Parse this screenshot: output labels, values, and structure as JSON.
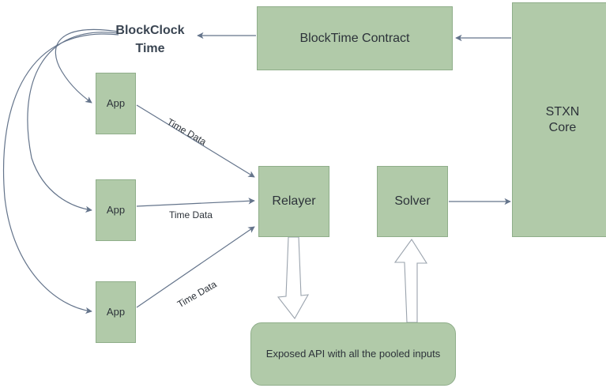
{
  "diagram": {
    "title": "BlockClock Time architecture",
    "background": "#ffffff",
    "node_fill": "#b1caa9",
    "node_stroke": "#8fae8a",
    "line_color": "#64748b",
    "text_color": "#2c3239",
    "heading_color": "#3a4552",
    "nodes": {
      "blockclock_time": "BlockClock\nTime",
      "blockclock_time_line1": "BlockClock",
      "blockclock_time_line2": "Time",
      "blocktime_contract": "BlockTime Contract",
      "stxn_core_line1": "STXN",
      "stxn_core_line2": "Core",
      "app_1": "App",
      "app_2": "App",
      "app_3": "App",
      "relayer": "Relayer",
      "solver": "Solver",
      "exposed_api": "Exposed API with all the pooled inputs"
    },
    "edge_labels": {
      "time_data_1": "Time Data",
      "time_data_2": "Time Data",
      "time_data_3": "Time Data"
    },
    "edges": [
      {
        "from": "stxn_core",
        "to": "blocktime_contract",
        "style": "thin-arrow"
      },
      {
        "from": "blocktime_contract",
        "to": "blockclock_time",
        "style": "thin-arrow"
      },
      {
        "from": "blockclock_time",
        "to": "app_1",
        "style": "curved-arrow"
      },
      {
        "from": "blockclock_time",
        "to": "app_2",
        "style": "curved-arrow"
      },
      {
        "from": "blockclock_time",
        "to": "app_3",
        "style": "curved-arrow"
      },
      {
        "from": "app_1",
        "to": "relayer",
        "style": "thin-arrow",
        "label": "Time Data"
      },
      {
        "from": "app_2",
        "to": "relayer",
        "style": "thin-arrow",
        "label": "Time Data"
      },
      {
        "from": "app_3",
        "to": "relayer",
        "style": "thin-arrow",
        "label": "Time Data"
      },
      {
        "from": "relayer",
        "to": "exposed_api",
        "style": "block-arrow"
      },
      {
        "from": "exposed_api",
        "to": "solver",
        "style": "block-arrow"
      },
      {
        "from": "solver",
        "to": "stxn_core",
        "style": "thin-arrow"
      }
    ]
  }
}
